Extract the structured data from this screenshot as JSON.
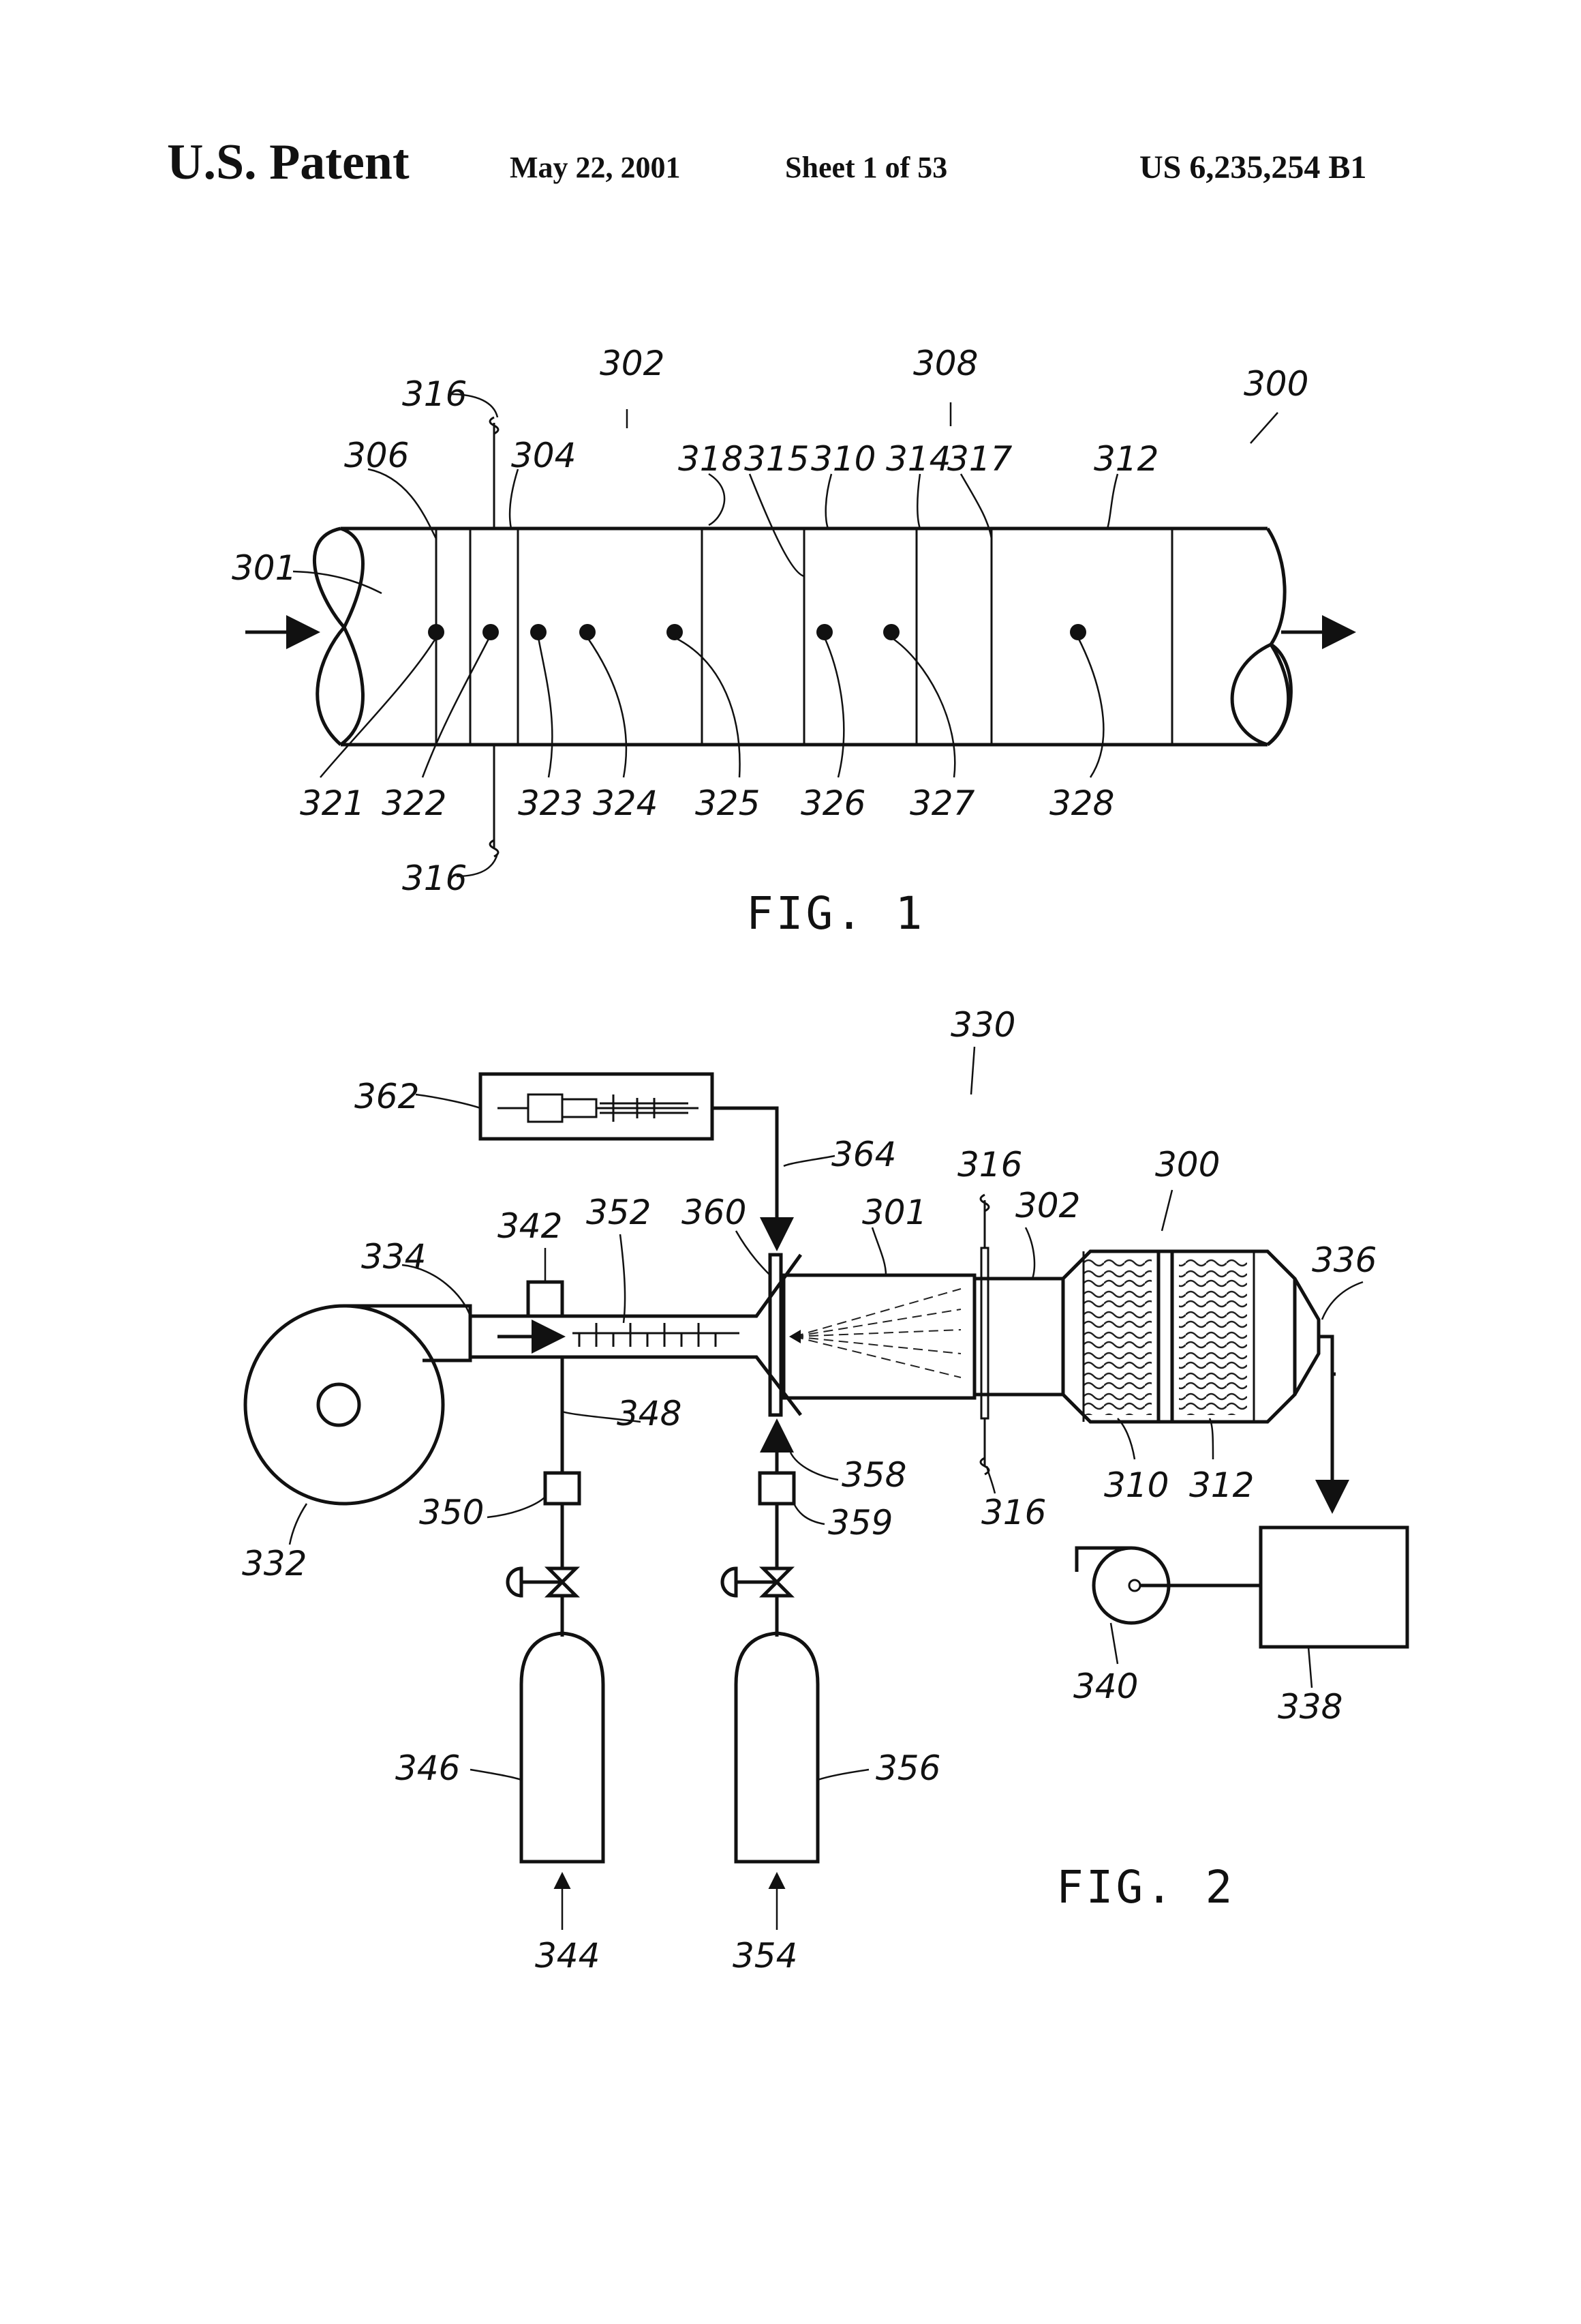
{
  "header": {
    "left": "U.S. Patent",
    "date": "May 22, 2001",
    "sheet": "Sheet 1 of 53",
    "number": "US 6,235,254 B1"
  },
  "fig1": {
    "caption": "FIG. 1",
    "labels": [
      "316",
      "302",
      "308",
      "300",
      "306",
      "304",
      "318",
      "315",
      "310",
      "314",
      "317",
      "312",
      "301",
      "321",
      "322",
      "323",
      "324",
      "325",
      "326",
      "327",
      "328",
      "316"
    ]
  },
  "fig2": {
    "caption": "FIG. 2",
    "labels": [
      "330",
      "362",
      "364",
      "316",
      "300",
      "342",
      "352",
      "360",
      "301",
      "302",
      "334",
      "336",
      "348",
      "358",
      "310",
      "312",
      "316",
      "350",
      "359",
      "332",
      "340",
      "338",
      "346",
      "356",
      "344",
      "354"
    ]
  }
}
